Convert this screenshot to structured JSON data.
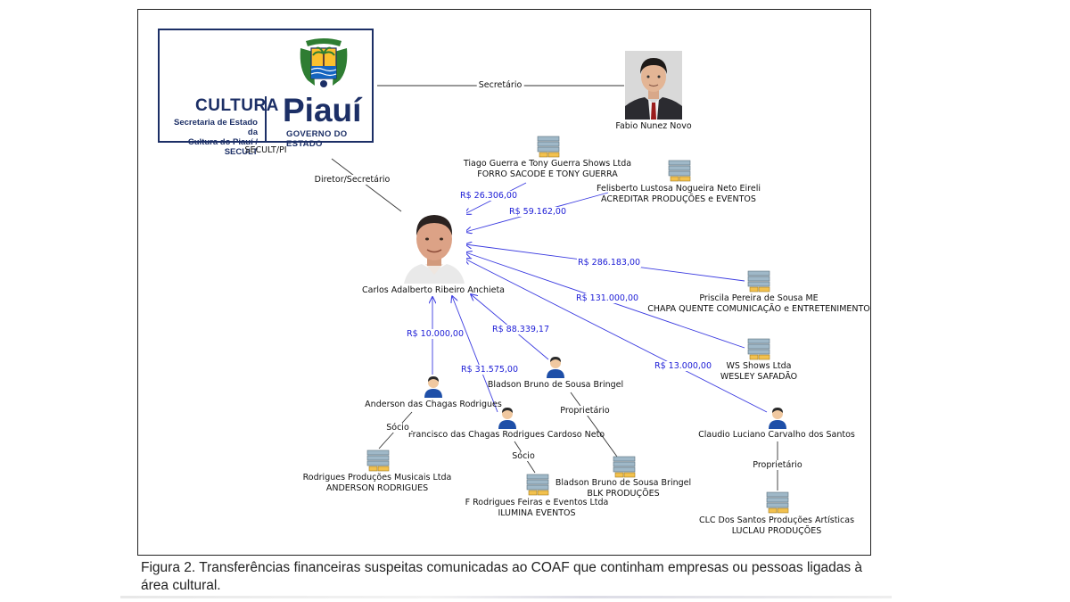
{
  "logo": {
    "cultura": "CULTURA",
    "secretaria_line1": "Secretaria de Estado da",
    "secretaria_line2": "Cultura do Piauí / SECULT",
    "piaui": "Piauí",
    "governo": "GOVERNO DO ESTADO",
    "label": "SECULT/PI"
  },
  "people": {
    "fabio": "Fabio Nunez Novo",
    "carlos": "Carlos Adalberto Ribeiro Anchieta",
    "anderson": "Anderson das Chagas Rodrigues",
    "francisco": "Francisco das Chagas Rodrigues Cardoso Neto",
    "bladson": "Bladson Bruno de Sousa Bringel",
    "claudio": "Claudio Luciano Carvalho dos Santos"
  },
  "companies": {
    "tiago": {
      "line1": "Tiago Guerra e Tony Guerra Shows Ltda",
      "line2": "FORRO SACODE E TONY GUERRA"
    },
    "felisberto": {
      "line1": "Felisberto Lustosa Nogueira Neto Eireli",
      "line2": "ACREDITAR PRODUÇÕES e EVENTOS"
    },
    "priscila": {
      "line1": "Priscila Pereira de Sousa ME",
      "line2": "CHAPA QUENTE COMUNICAÇÃO e ENTRETENIMENTO"
    },
    "ws": {
      "line1": "WS Shows Ltda",
      "line2": "WESLEY SAFADÃO"
    },
    "rodrigues": {
      "line1": "Rodrigues Produções Musicais Ltda",
      "line2": "ANDERSON RODRIGUES"
    },
    "frodrigues": {
      "line1": "F Rodrigues Feiras e Eventos Ltda",
      "line2": "ILUMINA EVENTOS"
    },
    "blk": {
      "line1": "Bladson Bruno de Sousa Bringel",
      "line2": "BLK PRODUÇÕES"
    },
    "clc": {
      "line1": "CLC Dos Santos Produções Artísticas",
      "line2": "LUCLAU PRODUÇÕES"
    }
  },
  "relations": {
    "secretario": "Secretário",
    "diretor": "Diretor/Secretário",
    "socio_anderson": "Sócio",
    "socio_francisco": "Sócio",
    "proprietario_bladson": "Proprietário",
    "proprietario_claudio": "Proprietário"
  },
  "amounts": {
    "tiago": "R$ 26.306,00",
    "felisberto": "R$ 59.162,00",
    "priscila": "R$ 286.183,00",
    "ws": "R$ 131.000,00",
    "claudio": "R$ 13.000,00",
    "bladson": "R$ 88.339,17",
    "francisco": "R$ 31.575,00",
    "anderson": "R$ 10.000,00"
  },
  "caption": "Figura 2. Transferências financeiras suspeitas comunicadas ao COAF que continham empresas ou pessoas ligadas à área cultural.",
  "colors": {
    "transfer_edge": "#3a3ae0",
    "relation_edge": "#333333",
    "logo_blue": "#1c2f66"
  },
  "icons": {
    "company": "building-stack-icon",
    "person": "person-icon"
  }
}
